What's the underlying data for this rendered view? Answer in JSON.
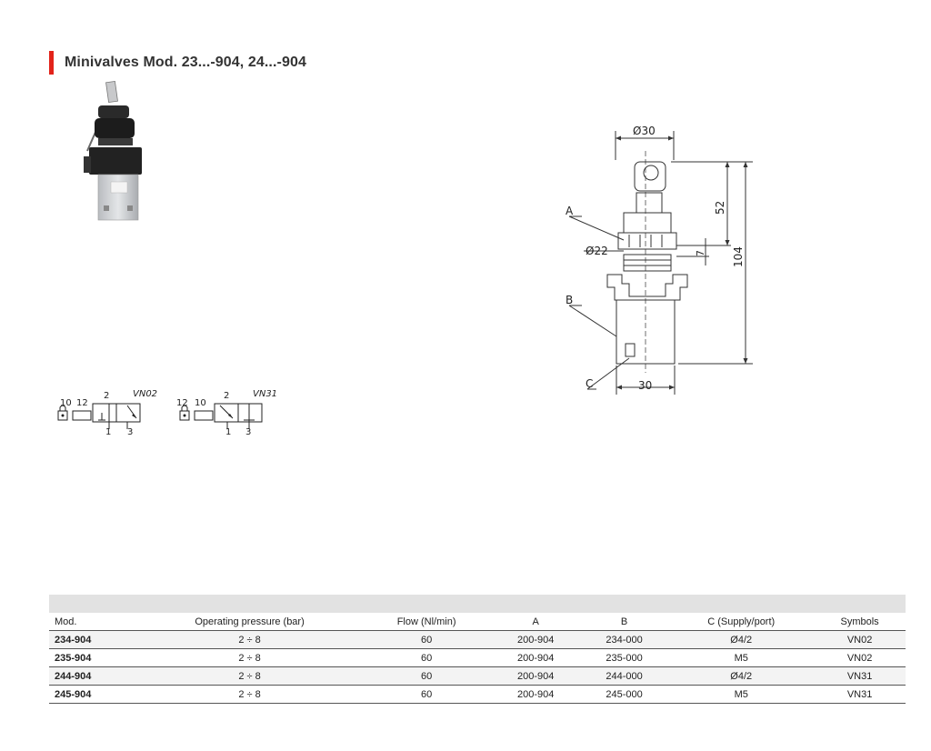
{
  "header": {
    "title": "Minivalves Mod. 23...-904, 24...-904",
    "accent_color": "#e2231a"
  },
  "drawing": {
    "dim_top": "Ø30",
    "dim_52": "52",
    "dim_104": "104",
    "dim_d22": "Ø22",
    "dim_7": "7",
    "dim_bottom": "30",
    "label_a": "A",
    "label_b": "B",
    "label_c": "C"
  },
  "symbols": {
    "vn02": {
      "code": "VN02",
      "port_10": "10",
      "port_12": "12",
      "port_2": "2",
      "port_1": "1",
      "port_3": "3"
    },
    "vn31": {
      "code": "VN31",
      "port_12": "12",
      "port_10": "10",
      "port_2": "2",
      "port_1": "1",
      "port_3": "3"
    }
  },
  "table": {
    "headers": [
      "Mod.",
      "Operating pressure (bar)",
      "Flow (Nl/min)",
      "A",
      "B",
      "C (Supply/port)",
      "Symbols"
    ],
    "rows": [
      [
        "234-904",
        "2 ÷ 8",
        "60",
        "200-904",
        "234-000",
        "Ø4/2",
        "VN02"
      ],
      [
        "235-904",
        "2 ÷ 8",
        "60",
        "200-904",
        "235-000",
        "M5",
        "VN02"
      ],
      [
        "244-904",
        "2 ÷ 8",
        "60",
        "200-904",
        "244-000",
        "Ø4/2",
        "VN31"
      ],
      [
        "245-904",
        "2 ÷ 8",
        "60",
        "200-904",
        "245-000",
        "M5",
        "VN31"
      ]
    ]
  }
}
